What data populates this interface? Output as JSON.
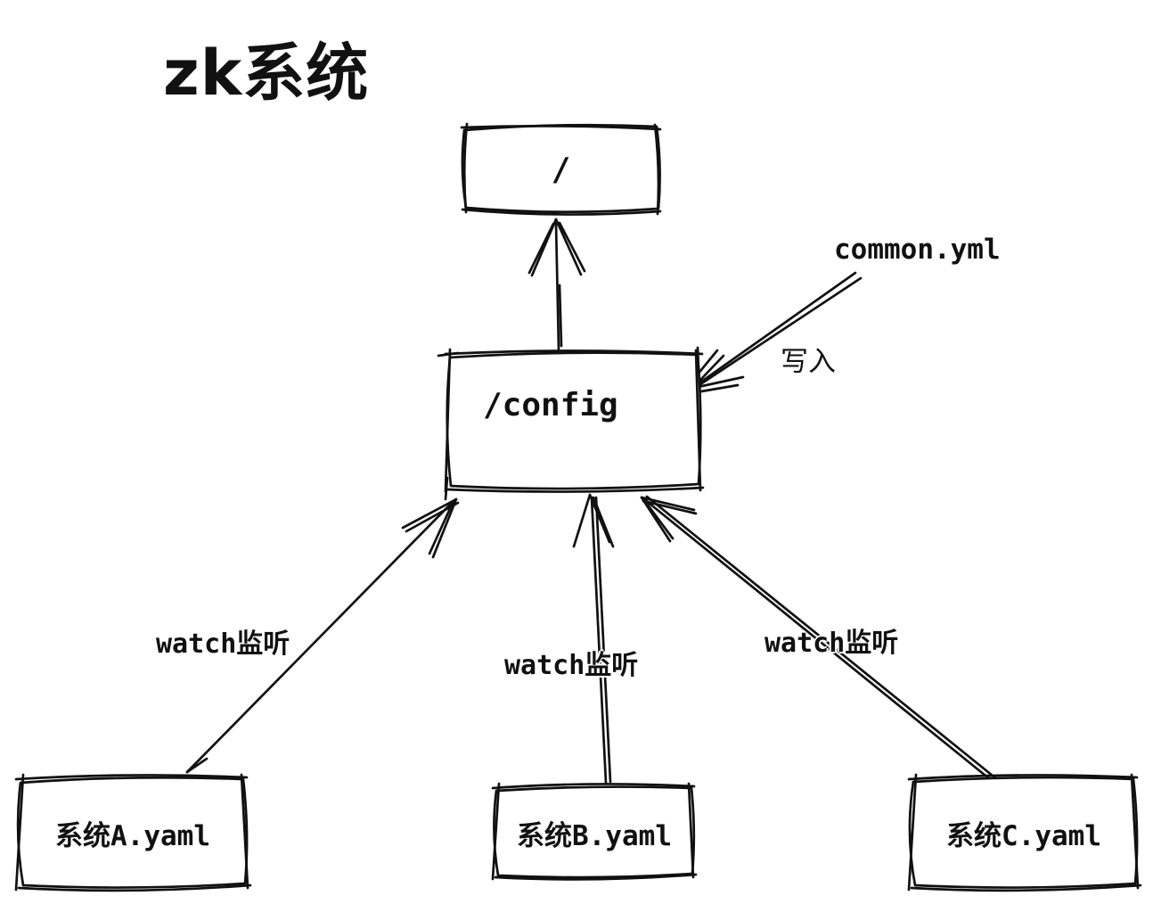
{
  "title": "zk系统",
  "nodes": {
    "root": {
      "label": "/"
    },
    "config": {
      "label": "/config"
    },
    "sysA": {
      "label": "系统A.yaml"
    },
    "sysB": {
      "label": "系统B.yaml"
    },
    "sysC": {
      "label": "系统C.yaml"
    }
  },
  "edges": {
    "write_source_label": "common.yml",
    "write_action_label": "写入",
    "watch_a_label": "watch监听",
    "watch_b_label": "watch监听",
    "watch_c_label": "watch监听"
  },
  "colors": {
    "ink": "#111111",
    "background": "#ffffff"
  }
}
